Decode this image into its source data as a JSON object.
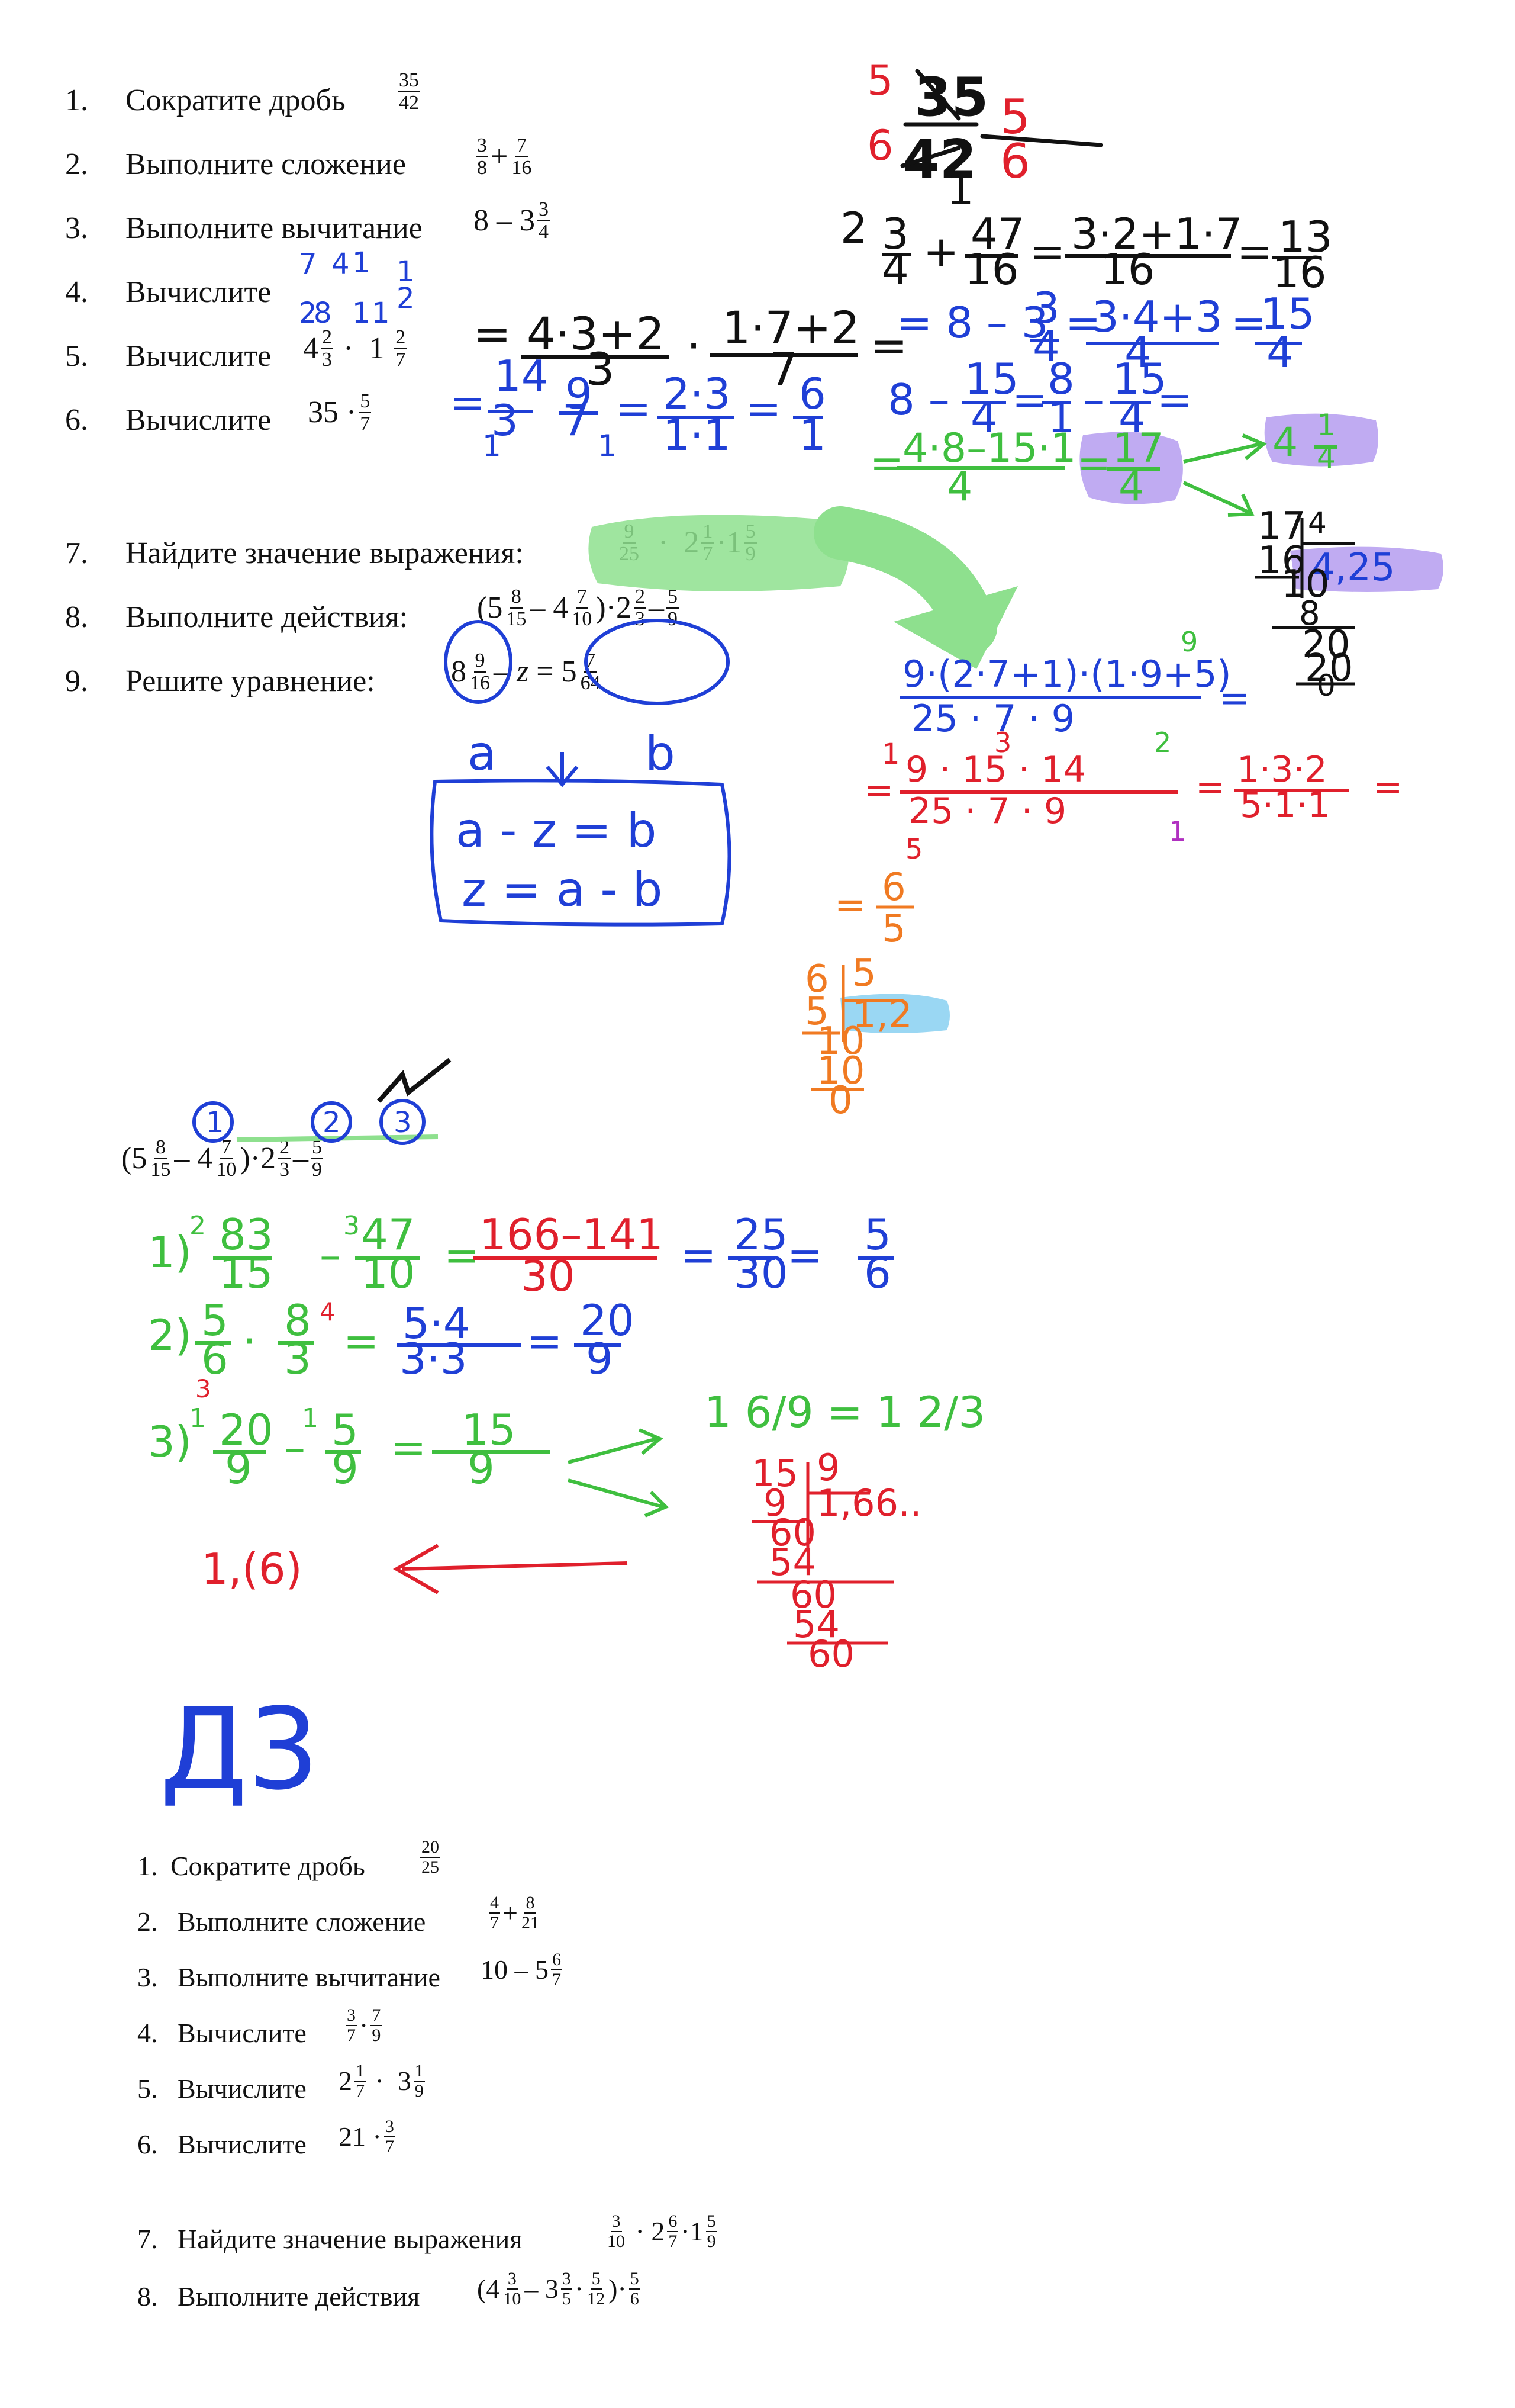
{
  "task_list_top": {
    "items": [
      {
        "n": "1.",
        "text": "Сократите дробь"
      },
      {
        "n": "2.",
        "text": "Выполните сложение"
      },
      {
        "n": "3.",
        "text": "Выполните вычитание"
      },
      {
        "n": "4.",
        "text": "Вычислите"
      },
      {
        "n": "5.",
        "text": "Вычислите"
      },
      {
        "n": "6.",
        "text": "Вычислите"
      },
      {
        "n": "7.",
        "text": "Найдите значение выражения:"
      },
      {
        "n": "8.",
        "text": "Выполните действия:"
      },
      {
        "n": "9.",
        "text": "Решите уравнение:"
      }
    ]
  },
  "task_list_bottom": {
    "items": [
      {
        "n": "1.",
        "text": "Сократите дробь"
      },
      {
        "n": "2.",
        "text": "Выполните сложение"
      },
      {
        "n": "3.",
        "text": "Выполните вычитание"
      },
      {
        "n": "4.",
        "text": "Вычислите"
      },
      {
        "n": "5.",
        "text": "Вычислите"
      },
      {
        "n": "6.",
        "text": "Вычислите"
      },
      {
        "n": "7.",
        "text": "Найдите значение выражения"
      },
      {
        "n": "8.",
        "text": "Выполните действия"
      }
    ]
  },
  "handwriting": {
    "d3_label": "Д3",
    "equation_box_line1": "a - z = b",
    "equation_box_line2": "z = a - b",
    "label_a": "a",
    "label_b": "b",
    "result_repeating": "1,(6)",
    "result_decimal_1": "4,25",
    "result_decimal_2": "1,2",
    "mixed_result": "1 6/9 = 1 2/3",
    "mixed_4_1_4": "4 1/4"
  },
  "colors": {
    "red": "#e0202c",
    "blue": "#1f3fd6",
    "green": "#3fbf3f",
    "black": "#111111",
    "orange": "#f07a22",
    "purple": "#b59cf0",
    "light_green": "#8ee08e",
    "light_blue": "#8fd3f2"
  }
}
